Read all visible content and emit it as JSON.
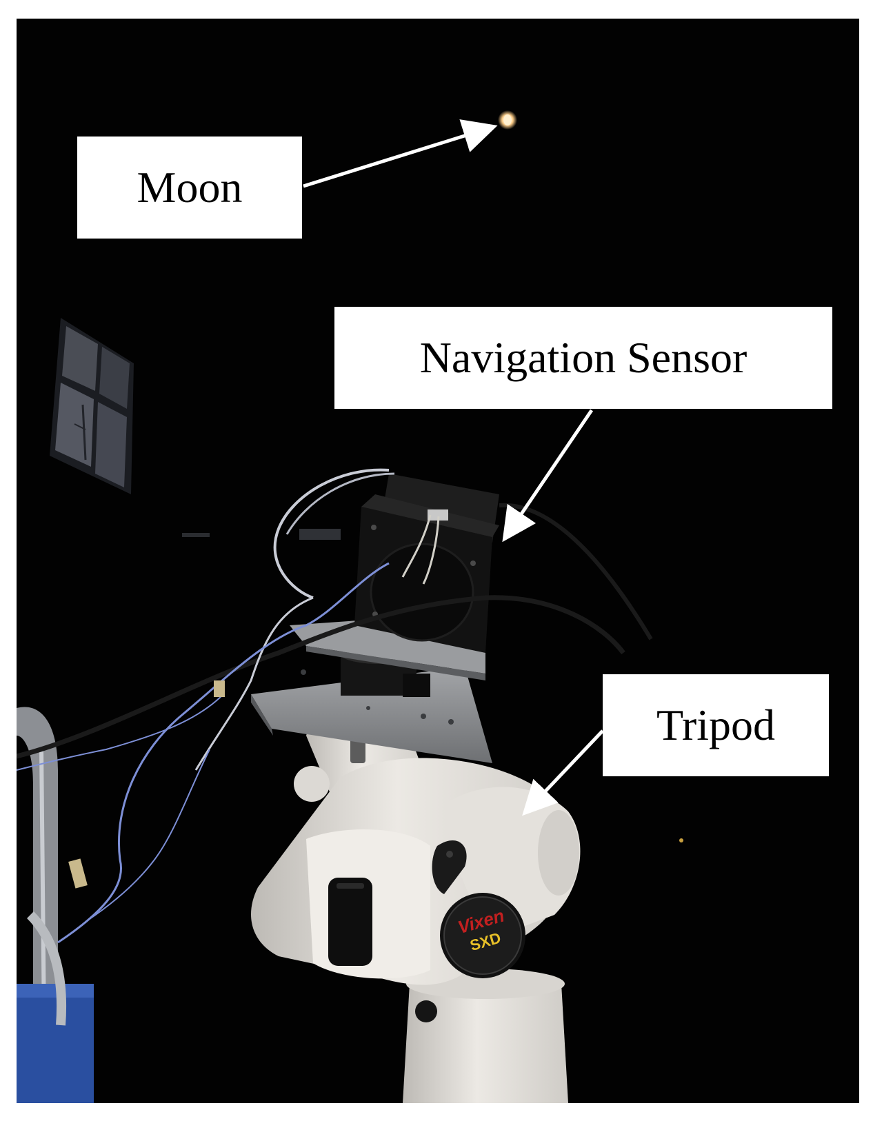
{
  "labels": {
    "moon": "Moon",
    "navigation_sensor": "Navigation Sensor",
    "tripod": "Tripod"
  },
  "mount_badge": {
    "brand": "Vixen",
    "model": "SXD"
  },
  "colors": {
    "sky": "#020202",
    "mount_white": "#e9e6e1",
    "sensor_black": "#121212",
    "plate_metal": "#8e9093",
    "moon": "#ffd9a0",
    "wire_blue": "#7d8fd6",
    "badge_red": "#c22020",
    "badge_yellow": "#e8c028"
  }
}
